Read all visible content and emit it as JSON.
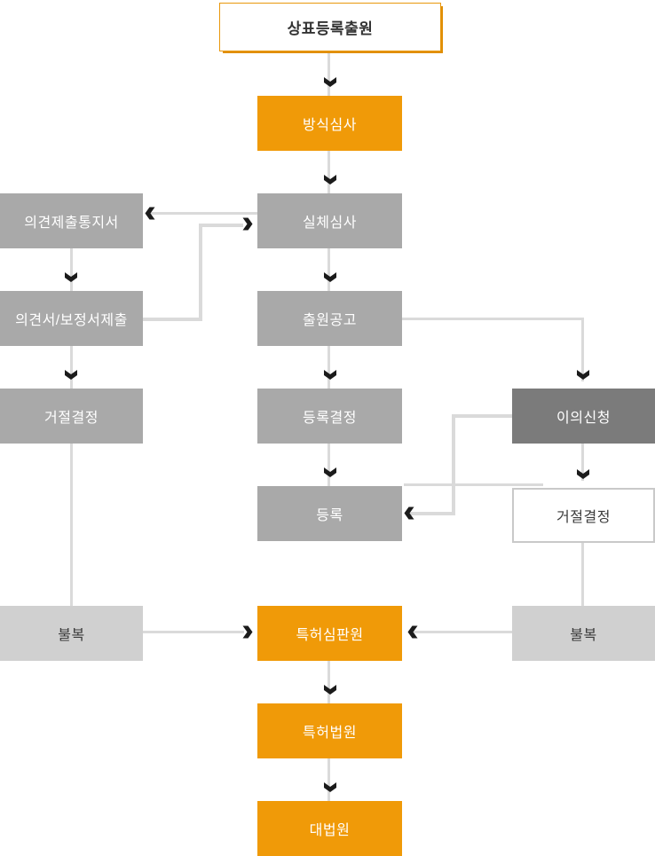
{
  "diagram": {
    "type": "flowchart",
    "subject": "trademark-registration-procedure",
    "nodes": {
      "application": {
        "label": "상표등록출원"
      },
      "formality_exam": {
        "label": "방식심사"
      },
      "substantive_exam": {
        "label": "실체심사"
      },
      "opinion_notice": {
        "label": "의견제출통지서"
      },
      "opinion_submission": {
        "label": "의견서/보정서제출"
      },
      "rejection_left": {
        "label": "거절결정"
      },
      "publication": {
        "label": "출원공고"
      },
      "registration_decision": {
        "label": "등록결정"
      },
      "registration": {
        "label": "등록"
      },
      "opposition": {
        "label": "이의신청"
      },
      "rejection_opposition": {
        "label": "거절결정"
      },
      "appeal_left": {
        "label": "불복"
      },
      "patent_tribunal": {
        "label": "특허심판원"
      },
      "appeal_right": {
        "label": "불복"
      },
      "patent_court": {
        "label": "특허법원"
      },
      "supreme_court": {
        "label": "대법원"
      }
    },
    "colors": {
      "orange": "#F09A08",
      "orange_border": "#E9980C",
      "box_gray": "#A9A9A9",
      "box_gray_dark": "#7B7B7B",
      "box_gray_light": "#D0D0D0",
      "outline_gray": "#C9C9C9",
      "connector_line": "#DADADA",
      "arrowhead": "#1B1B1B",
      "text_on_color": "#FFFFFF",
      "text_dark": "#3A3A3A"
    }
  }
}
